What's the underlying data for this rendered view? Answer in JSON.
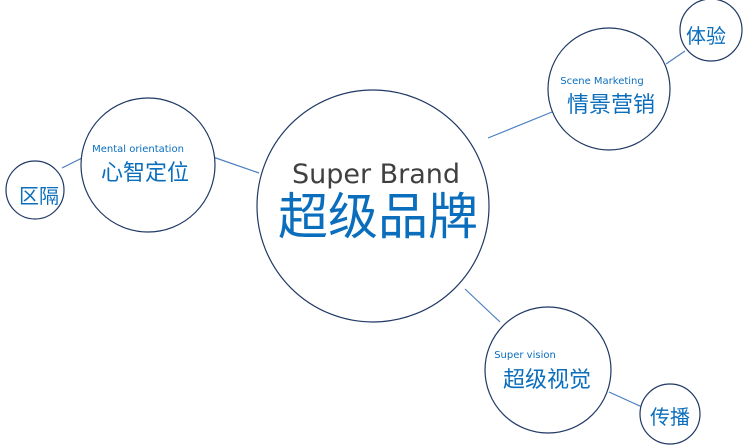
{
  "center": {
    "en": "Super Brand",
    "cn": "超级品牌"
  },
  "nodes": {
    "scene": {
      "en": "Scene Marketing",
      "cn": "情景营销",
      "leaf": "体验"
    },
    "mental": {
      "en": "Mental orientation",
      "cn": "心智定位",
      "leaf": "区隔"
    },
    "vision": {
      "en": "Super vision",
      "cn": "超级视觉",
      "leaf": "传播"
    }
  },
  "colors": {
    "text": "#0a6ebd",
    "center_en": "#404040",
    "stroke": "#1f3864",
    "link": "#4a7fc1"
  }
}
